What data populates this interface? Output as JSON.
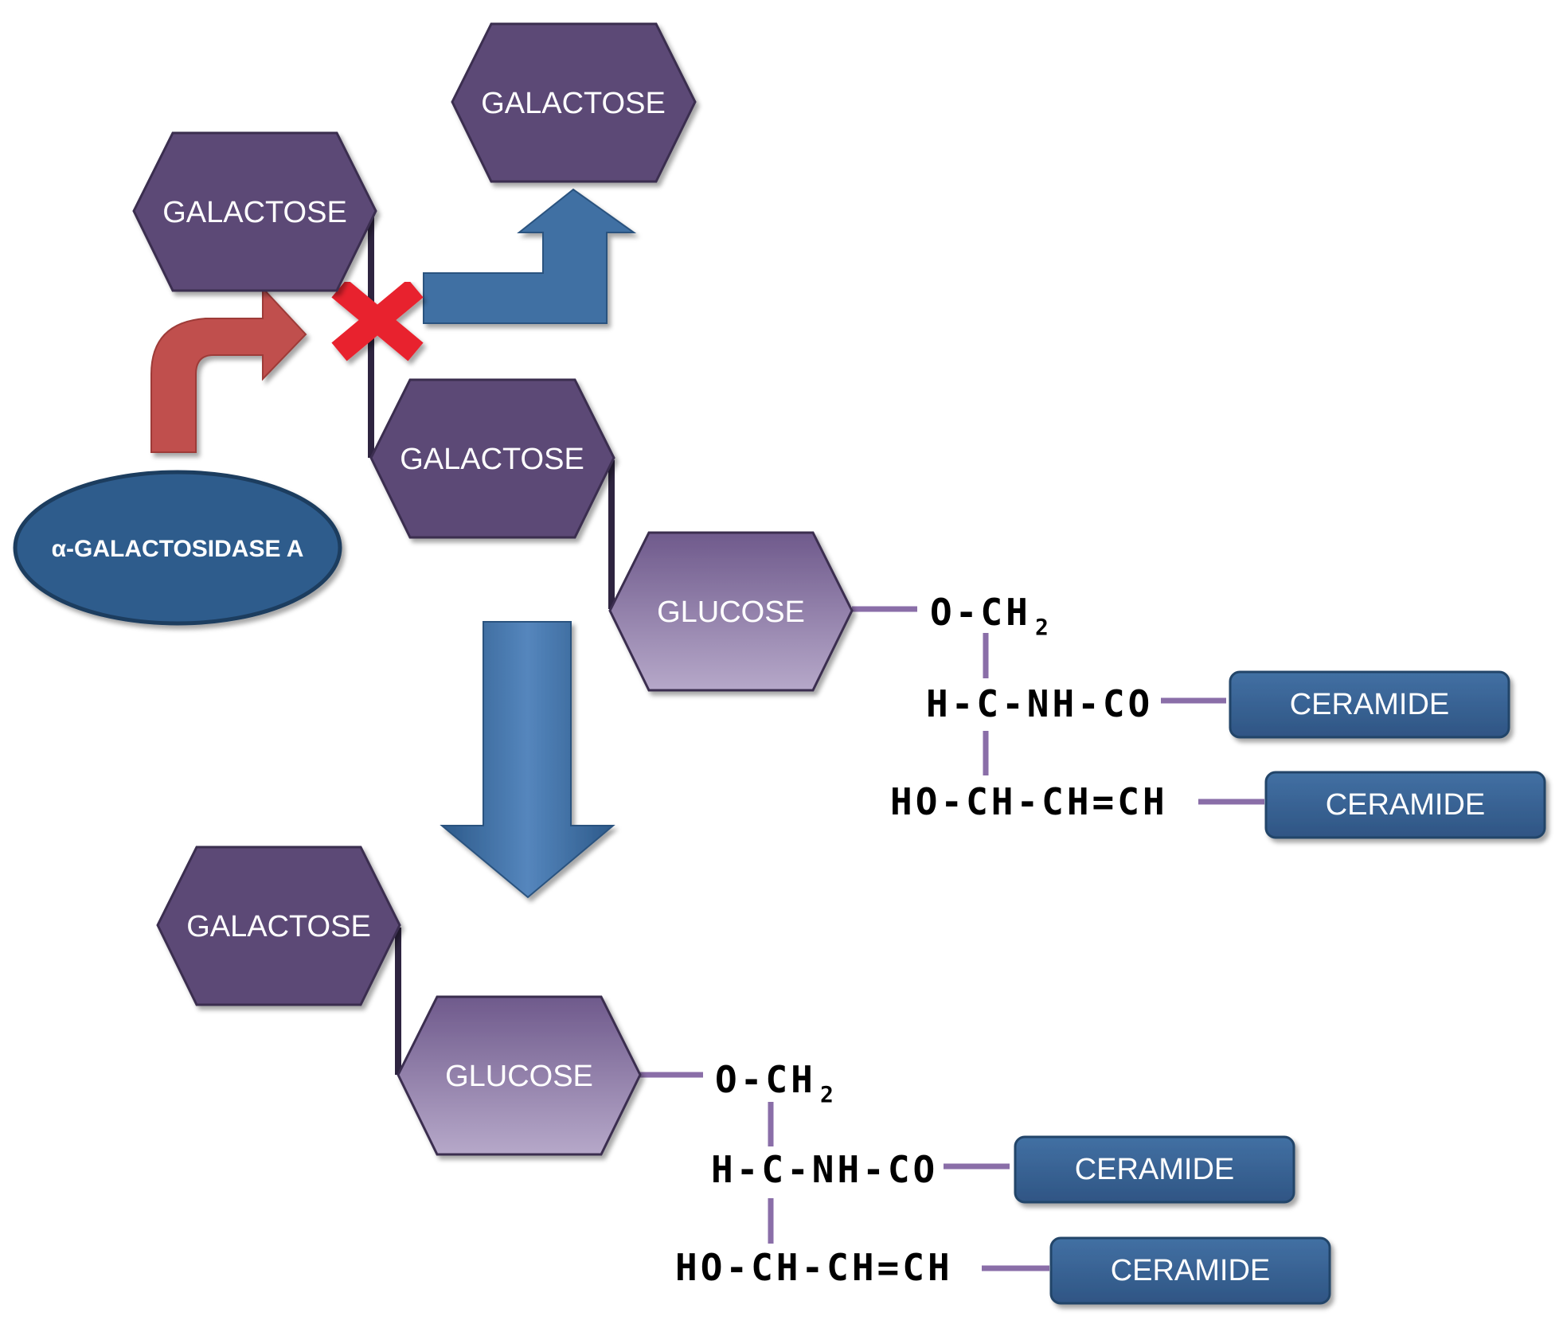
{
  "labels": {
    "galactose": "GALACTOSE",
    "glucose": "GLUCOSE",
    "enzyme": "α-GALACTOSIDASE A",
    "ceramide": "CERAMIDE",
    "o_ch": "O-CH",
    "sub_2": "2",
    "h_c_nh_co": "H-C-NH-CO",
    "ho_ch_ch_ch": "HO-CH-CH=CH"
  },
  "colors": {
    "galactose_fill": "#5c4876",
    "glucose_fill_top": "#7c6597",
    "glucose_fill_bottom": "#b3a4c6",
    "bond_dark": "#2e2440",
    "bond_light": "#8a6ea8",
    "ceramide_fill": "#365f92",
    "enzyme_fill": "#2f5c8c",
    "arrow_blue": "#3f6fa3",
    "arrow_red": "#c0504d",
    "blocked_x": "#e8232e"
  }
}
